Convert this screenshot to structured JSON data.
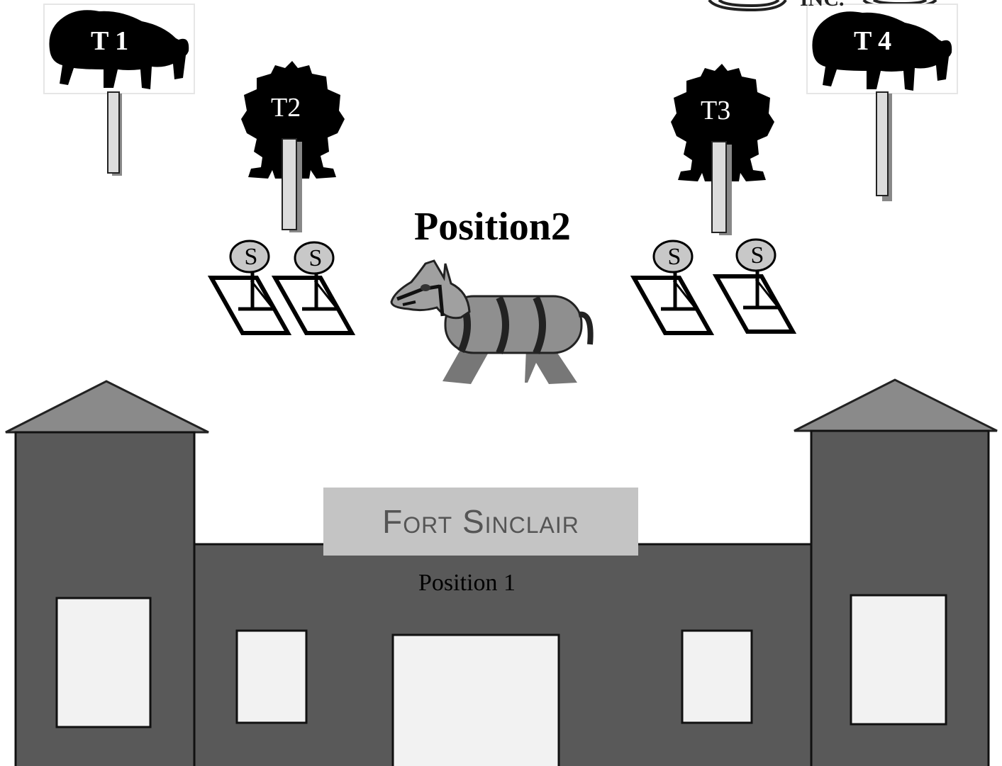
{
  "targets": {
    "t1": "T 1",
    "t2": "T2",
    "t3": "T3",
    "t4": "T 4"
  },
  "steel_targets": [
    "S",
    "S",
    "S",
    "S"
  ],
  "positions": {
    "position2": "Position2",
    "position1": "Position 1"
  },
  "building": {
    "sign": "Fort Sinclair"
  },
  "logo": {
    "text": "INC."
  },
  "colors": {
    "building_wall": "#595959",
    "roof": "#8a8a8a",
    "window": "#f2f2f2",
    "sign_bg": "#c4c4c4",
    "silhouette": "#000000",
    "post": "#dcdcdc",
    "steel": "#c8c8c8"
  }
}
